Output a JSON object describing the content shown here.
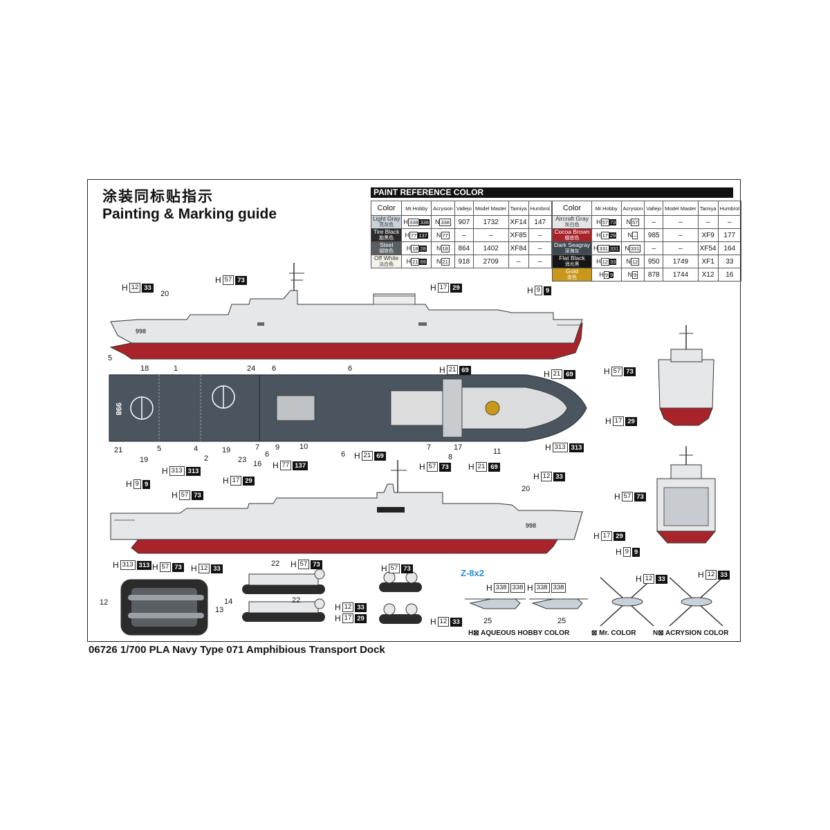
{
  "header": {
    "title_cn": "涂装同标贴指示",
    "title_en": "Painting & Marking guide",
    "caption": "06726 1/700 PLA Navy Type 071 Amphibious Transport Dock"
  },
  "paint_table": {
    "title": "PAINT  REFERENCE COLOR",
    "headers": [
      "Color",
      "Mr.Hobby",
      "Acrysion",
      "Vallejo",
      "Model Master",
      "Tamiya",
      "Humbrol"
    ],
    "left_rows": [
      {
        "name": "Light Gray",
        "cn": "亮灰色",
        "swatch": "#c8d0d8",
        "text_color": "#333",
        "h": "338",
        "hm": "338",
        "n": "338",
        "vallejo": "907",
        "mm": "1732",
        "tamiya": "XF14",
        "humbrol": "147"
      },
      {
        "name": "Tire Black",
        "cn": "胎黑色",
        "swatch": "#2b2b2b",
        "text_color": "#fff",
        "h": "77",
        "hm": "137",
        "n": "77",
        "vallejo": "–",
        "mm": "–",
        "tamiya": "XF85",
        "humbrol": "–"
      },
      {
        "name": "Steel",
        "cn": "钢铁色",
        "swatch": "#5a5f63",
        "text_color": "#fff",
        "h": "18",
        "hm": "28",
        "n": "18",
        "vallejo": "864",
        "mm": "1402",
        "tamiya": "XF84",
        "humbrol": "–"
      },
      {
        "name": "Off White",
        "cn": "淡白色",
        "swatch": "#f4f2ea",
        "text_color": "#333",
        "h": "21",
        "hm": "69",
        "n": "21",
        "vallejo": "918",
        "mm": "2709",
        "tamiya": "–",
        "humbrol": "–"
      }
    ],
    "right_rows": [
      {
        "name": "Aircraft Gray",
        "cn": "灰白色",
        "swatch": "#e2e4e6",
        "text_color": "#333",
        "h": "57",
        "hm": "73",
        "n": "57",
        "vallejo": "–",
        "mm": "–",
        "tamiya": "–",
        "humbrol": "–"
      },
      {
        "name": "Cocoa Brown",
        "cn": "舰底色",
        "swatch": "#a8242a",
        "text_color": "#fff",
        "h": "17",
        "hm": "29",
        "n": "–",
        "vallejo": "985",
        "mm": "–",
        "tamiya": "XF9",
        "humbrol": "177"
      },
      {
        "name": "Dark Seagray",
        "cn": "深海灰",
        "swatch": "#3d4850",
        "text_color": "#fff",
        "h": "331",
        "hm": "331",
        "n": "331",
        "vallejo": "–",
        "mm": "–",
        "tamiya": "XF54",
        "humbrol": "164"
      },
      {
        "name": "Flat Black",
        "cn": "消光黑",
        "swatch": "#151515",
        "text_color": "#fff",
        "h": "12",
        "hm": "33",
        "n": "12",
        "vallejo": "950",
        "mm": "1749",
        "tamiya": "XF1",
        "humbrol": "33"
      },
      {
        "name": "Gold",
        "cn": "金色",
        "swatch": "#c8981a",
        "text_color": "#fff",
        "h": "9",
        "hm": "9",
        "n": "9",
        "vallejo": "878",
        "mm": "1744",
        "tamiya": "X12",
        "humbrol": "16"
      }
    ]
  },
  "colors": {
    "hull_gray": "#e6e7e8",
    "hull_red": "#a8242a",
    "deck_dark": "#4a5560",
    "line": "#333333"
  },
  "tags": {
    "t1": [
      "12",
      "33"
    ],
    "t2": [
      "57",
      "73"
    ],
    "t3": [
      "17",
      "29"
    ],
    "t4": [
      "9",
      "9"
    ],
    "t5": [
      "21",
      "69"
    ],
    "t6": [
      "21",
      "69"
    ],
    "t7": [
      "57",
      "73"
    ],
    "t8": [
      "17",
      "29"
    ],
    "t9": [
      "313",
      "313"
    ],
    "t10": [
      "313",
      "313"
    ],
    "t11": [
      "77",
      "137"
    ],
    "t12": [
      "21",
      "69"
    ],
    "t13": [
      "57",
      "73"
    ],
    "t14": [
      "21",
      "69"
    ],
    "t15": [
      "9",
      "9"
    ],
    "t16": [
      "57",
      "73"
    ],
    "t17": [
      "17",
      "29"
    ],
    "t18": [
      "12",
      "33"
    ],
    "t19": [
      "57",
      "73"
    ],
    "t20": [
      "17",
      "29"
    ],
    "t21": [
      "9",
      "9"
    ],
    "t22": [
      "313",
      "313"
    ],
    "t23": [
      "57",
      "73"
    ],
    "t24": [
      "12",
      "33"
    ],
    "t25": [
      "57",
      "73"
    ],
    "t26": [
      "57",
      "73"
    ],
    "t27": [
      "12",
      "33"
    ],
    "t28": [
      "17",
      "29"
    ],
    "t29": [
      "12",
      "33"
    ],
    "t30": [
      "338",
      "338"
    ],
    "t31": [
      "338",
      "338"
    ],
    "t32": [
      "12",
      "33"
    ],
    "t33": [
      "12",
      "33"
    ]
  },
  "numbers": {
    "n20a": "20",
    "n5a": "5",
    "n18": "18",
    "n1": "1",
    "n24": "24",
    "n6a": "6",
    "n6b": "6",
    "n21a": "21",
    "n19a": "19",
    "n5b": "5",
    "n4": "4",
    "n2": "2",
    "n19b": "19",
    "n23": "23",
    "n16": "16",
    "n7a": "7",
    "n6c": "6",
    "n9": "9",
    "n10": "10",
    "n6d": "6",
    "n7b": "7",
    "n8": "8",
    "n17": "17",
    "n11": "11",
    "n20b": "20",
    "n22a": "22",
    "n22b": "22",
    "n12": "12",
    "n14": "14",
    "n13": "13",
    "n25a": "25",
    "n25b": "25",
    "hull_num": "998"
  },
  "helicopter": {
    "label": "Z-8x2"
  },
  "legend": {
    "h": "H⊠ AQUEOUS HOBBY COLOR",
    "mr": "⊠ Mr. COLOR",
    "n": "N⊠ ACRYSION COLOR"
  }
}
